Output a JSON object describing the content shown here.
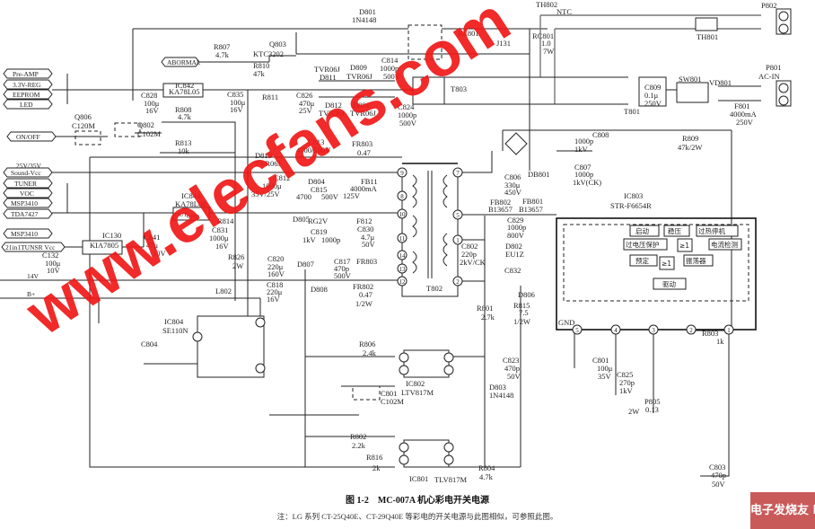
{
  "tags": {
    "abormal": "ABORMAL",
    "pre_amp": "Pre-AMP",
    "reg33": "3.3V-REG",
    "eeprom": "EEPROM",
    "led": "LED",
    "on_off": "ON/OFF",
    "v25_35": "25V/35V",
    "sound_vcc": "Sound-Vcc",
    "tuner": "TUNER",
    "voc": "VOC",
    "msp3410_a": "MSP3410",
    "tda7427": "TDA7427",
    "msp3410_b": "MSP3410",
    "tunsr_vcc": "21in1TUNSR Vcc",
    "v14": "14V",
    "bplus": "B+"
  },
  "components": {
    "D801a": [
      "D801",
      "1N4148"
    ],
    "R807": [
      "R807",
      "4.7k"
    ],
    "Q803": [
      "Q803",
      "KTC3202"
    ],
    "R810": [
      "R810",
      "47k"
    ],
    "D811": [
      "TVR06J",
      "D811"
    ],
    "D809": [
      "D809",
      "TVR06J"
    ],
    "C814": [
      "C814",
      "1000p",
      "500V"
    ],
    "D812": [
      "D812",
      "TVR06J"
    ],
    "D801b": [
      "D801",
      "TVR06J"
    ],
    "C824": [
      "C824",
      "1000p",
      "500V"
    ],
    "RL801": [
      "RL801"
    ],
    "J131": [
      "J131"
    ],
    "TH802": [
      "TH802",
      "NTC"
    ],
    "RC801": [
      "RC801",
      "1.0",
      "7W"
    ],
    "P802": [
      "P802"
    ],
    "TH801": [
      "TH801"
    ],
    "P801": [
      "P801",
      "AC-IN"
    ],
    "T803": [
      "T803"
    ],
    "T801": [
      "T801"
    ],
    "C809": [
      "C809",
      "0.1μ",
      "250V"
    ],
    "SW801": [
      "SW801"
    ],
    "VD801": [
      "VD801"
    ],
    "F801": [
      "F801",
      "4000mA",
      "250V"
    ],
    "R809": [
      "R809",
      "47k/2W"
    ],
    "C808": [
      "C808",
      "1000p",
      "1kV"
    ],
    "DB801": [
      "DB801"
    ],
    "C807": [
      "C807",
      "1000p",
      "1kV(CK)"
    ],
    "C806": [
      "C806",
      "330μ",
      "450V"
    ],
    "IC803": [
      "IC803",
      "STR-F6654R"
    ],
    "FB802": [
      "FB802",
      "B13657"
    ],
    "FB801": [
      "FB801",
      "B13657"
    ],
    "C829": [
      "C829",
      "1000p",
      "800V"
    ],
    "C802": [
      "C802",
      "220p",
      "2kV/CK"
    ],
    "D802": [
      "D802",
      "EU1Z"
    ],
    "C832": [
      "C832"
    ],
    "D806": [
      "D806"
    ],
    "R801": [
      "R801",
      "2.7k"
    ],
    "R815": [
      "R815",
      "7.5",
      "1/2W"
    ],
    "C828": [
      "C828",
      "100μ",
      "16V"
    ],
    "IC842": [
      "IC842",
      "KA78L05"
    ],
    "C835": [
      "C835",
      "100μ",
      "16V"
    ],
    "R811": [
      "R811"
    ],
    "C826": [
      "C826",
      "470μ",
      "25V"
    ],
    "R808": [
      "R808",
      "4.7k"
    ],
    "Q806": [
      "Q806",
      "C120M"
    ],
    "Q802": [
      "Q802",
      "C102M"
    ],
    "R813": [
      "R813",
      "10k"
    ],
    "D813": [
      "D813",
      "TVR06J"
    ],
    "C813": [
      "C813",
      "4700/500V"
    ],
    "FR803a": [
      "FR803",
      "0.47"
    ],
    "C812": [
      "C812",
      "1000μ",
      "35V/25V"
    ],
    "D804": [
      "D804"
    ],
    "C815": [
      "C815",
      "4700",
      "500V"
    ],
    "FB11": [
      "FB11",
      "4000mA",
      "125V"
    ],
    "IC844": [
      "IC844",
      "KA78L08",
      "OUT",
      "GND"
    ],
    "R814": [
      "R814"
    ],
    "D805": [
      "D805",
      "RG2V"
    ],
    "F812": [
      "F812"
    ],
    "C830": [
      "C830",
      "4.7μ",
      "50V"
    ],
    "C831": [
      "C831",
      "1000μ",
      "16V"
    ],
    "C841": [
      "C841",
      "47μ",
      "10V"
    ],
    "C819": [
      "C819",
      "1kV",
      "1000p"
    ],
    "IC130": [
      "IC130",
      "KIA7805"
    ],
    "C132": [
      "C132",
      "100μ",
      "10V"
    ],
    "R826": [
      "R826",
      "2W"
    ],
    "C820": [
      "C820",
      "220μ",
      "160V"
    ],
    "D807": [
      "D807"
    ],
    "C817": [
      "C817",
      "470p",
      "500V"
    ],
    "FR803b": [
      "FR803"
    ],
    "C818": [
      "C818",
      "220μ",
      "16V"
    ],
    "D808": [
      "D808"
    ],
    "FR802": [
      "FR802",
      "0.47",
      "1/2W"
    ],
    "T802": [
      "T802"
    ],
    "L802": [
      "L802"
    ],
    "IC804": [
      "IC804",
      "SE110N"
    ],
    "C804": [
      "C804"
    ],
    "R806": [
      "R806",
      "2.4k"
    ],
    "IC802": [
      "IC802",
      "LTV817M"
    ],
    "C801a": [
      "C801",
      "C102M"
    ],
    "C823": [
      "C823",
      "470p",
      "50V"
    ],
    "D803": [
      "D803",
      "1N4148"
    ],
    "R802": [
      "R802",
      "2.2k"
    ],
    "R816": [
      "R816",
      "2k"
    ],
    "IC801": [
      "IC801",
      "TLV817M"
    ],
    "R804": [
      "R804",
      "4.7k"
    ],
    "C801b": [
      "C801",
      "100μ",
      "35V"
    ],
    "C825": [
      "C825",
      "270p",
      "1kV"
    ],
    "P805": [
      "P805",
      "0.13",
      "2W"
    ],
    "R803": [
      "R803",
      "1k"
    ],
    "C803": [
      "C803",
      "470p",
      "50V"
    ],
    "GND": [
      "GND"
    ]
  },
  "ic803_blocks": {
    "start": "启动",
    "regulate": "稳压",
    "thermal": "过热停机",
    "ovp": "过电压保护",
    "or1": "≥1",
    "current": "电流检测",
    "preset": "预定",
    "or2": "≥1",
    "osc": "振荡器",
    "drive": "驱动"
  },
  "pins": [
    "1",
    "2",
    "3",
    "4",
    "5",
    "7",
    "8",
    "9",
    "10",
    "11",
    "12",
    "13",
    "14"
  ],
  "caption": {
    "title": "图 1-2　MC-007A 机心彩电开关电源",
    "note": "注：LG 系列 CT-25Q40E、CT-29Q40E 等彩电的开关电源与此图相似，可参照此图。"
  },
  "watermark": "www.elecfans.com",
  "logo": "电子发烧友 Elecfans.com"
}
